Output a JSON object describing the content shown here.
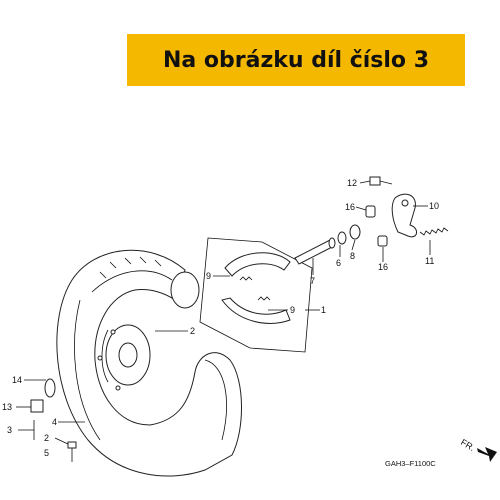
{
  "banner": {
    "text": "Na obrázku díl číslo 3"
  },
  "diagram_code": "GAH3–F1100C",
  "direction_label": "FR.",
  "callouts": {
    "c1": "1",
    "c2a": "2",
    "c2b": "2",
    "c3": "3",
    "c4": "4",
    "c5": "5",
    "c6": "6",
    "c7": "7",
    "c8": "8",
    "c9a": "9",
    "c9b": "9",
    "c10": "10",
    "c11": "11",
    "c12": "12",
    "c13": "13",
    "c14": "14",
    "c16a": "16",
    "c16b": "16"
  },
  "colors": {
    "banner_bg": "#f5b800"
  },
  "icons": [
    "direction-arrow-icon"
  ]
}
